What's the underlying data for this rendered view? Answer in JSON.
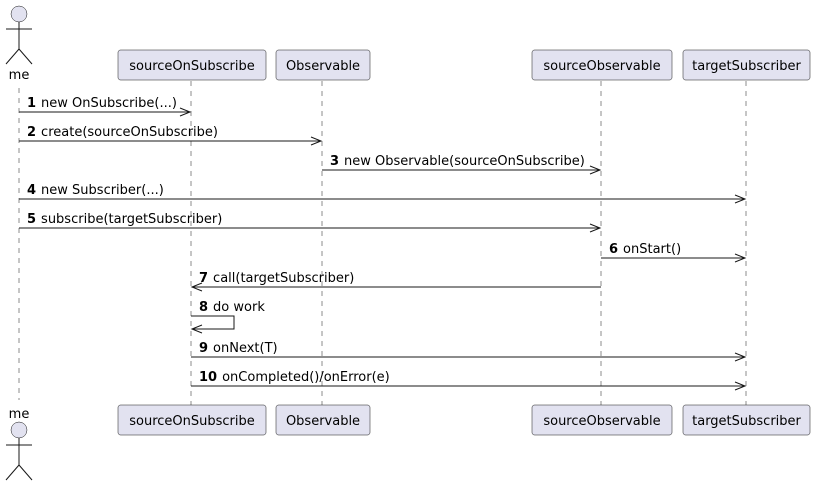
{
  "diagram": {
    "type": "sequence",
    "actor": {
      "label": "me"
    },
    "participants": [
      {
        "id": "sourceOnSubscribe",
        "label": "sourceOnSubscribe"
      },
      {
        "id": "Observable",
        "label": "Observable"
      },
      {
        "id": "sourceObservable",
        "label": "sourceObservable"
      },
      {
        "id": "targetSubscriber",
        "label": "targetSubscriber"
      }
    ],
    "messages": [
      {
        "num": "1",
        "text": "new OnSubscribe(...)",
        "from": "me",
        "to": "sourceOnSubscribe"
      },
      {
        "num": "2",
        "text": "create(sourceOnSubscribe)",
        "from": "me",
        "to": "Observable"
      },
      {
        "num": "3",
        "text": "new Observable(sourceOnSubscribe)",
        "from": "Observable",
        "to": "sourceObservable"
      },
      {
        "num": "4",
        "text": "new Subscriber(...)",
        "from": "me",
        "to": "targetSubscriber"
      },
      {
        "num": "5",
        "text": "subscribe(targetSubscriber)",
        "from": "me",
        "to": "sourceObservable"
      },
      {
        "num": "6",
        "text": "onStart()",
        "from": "sourceObservable",
        "to": "targetSubscriber"
      },
      {
        "num": "7",
        "text": "call(targetSubscriber)",
        "from": "sourceObservable",
        "to": "sourceOnSubscribe"
      },
      {
        "num": "8",
        "text": "do work",
        "from": "sourceOnSubscribe",
        "to": "sourceOnSubscribe"
      },
      {
        "num": "9",
        "text": "onNext(T)",
        "from": "sourceOnSubscribe",
        "to": "targetSubscriber"
      },
      {
        "num": "10",
        "text": "onCompleted()/onError(e)",
        "from": "sourceOnSubscribe",
        "to": "targetSubscriber"
      }
    ],
    "colors": {
      "participant_fill": "#E2E2F0",
      "line": "#181818",
      "text": "#000000"
    }
  }
}
